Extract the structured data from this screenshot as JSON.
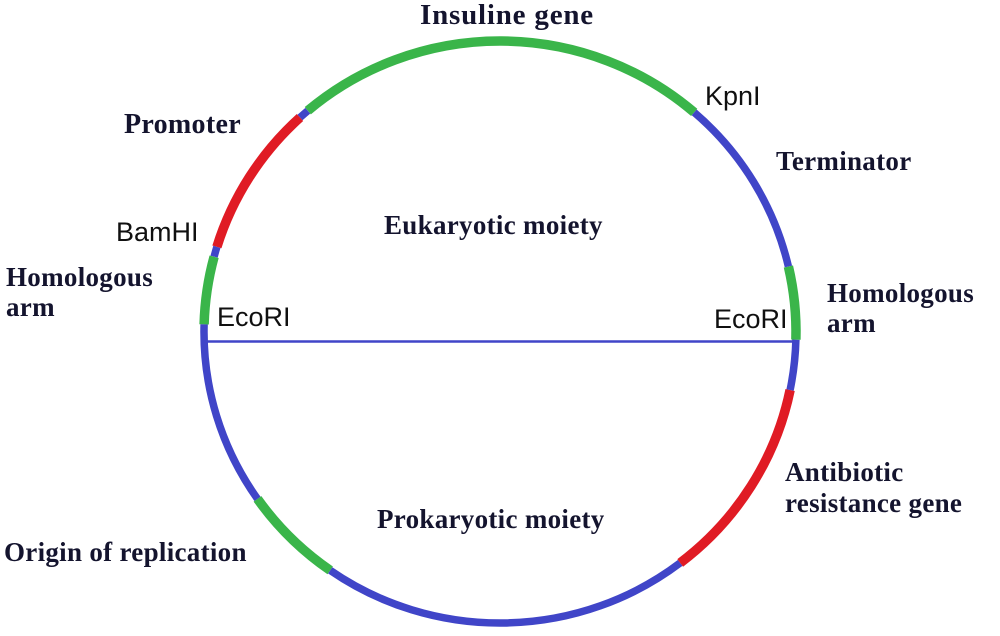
{
  "diagram_type": "plasmid-vector-map",
  "plasmid": {
    "background": "#ffffff",
    "colors": {
      "green": "#3ab54a",
      "red": "#e01b24",
      "blue": "#4045c8"
    },
    "text_colors": {
      "feature_label": "#14142e",
      "enzyme_label": "#101010"
    },
    "ecori_line_color": "#4045c8",
    "segments": [
      {
        "name": "insulin-gene-arc",
        "feature": "Insuline gene",
        "color": "green",
        "from": 49,
        "to": 130.5
      },
      {
        "name": "promoter-boundary-mark",
        "feature": "site marker",
        "color": "blue",
        "from": 130.5,
        "to": 132.5
      },
      {
        "name": "promoter-arc",
        "feature": "Promoter",
        "color": "red",
        "from": 132.5,
        "to": 163
      },
      {
        "name": "bamhi-site-mark",
        "feature": "BamHI site",
        "color": "blue",
        "from": 163,
        "to": 165
      },
      {
        "name": "homologous-arm-left-arc",
        "feature": "Homologous arm",
        "color": "green",
        "from": 165,
        "to": 178.5
      },
      {
        "name": "left-backbone-arc",
        "feature": "vector backbone",
        "color": "blue",
        "from": 178.5,
        "to": 215
      },
      {
        "name": "origin-of-replication-arc",
        "feature": "Origin of replication",
        "color": "green",
        "from": 215,
        "to": 235
      },
      {
        "name": "bottom-backbone-arc",
        "feature": "vector backbone",
        "color": "blue",
        "from": 235,
        "to": 307.5
      },
      {
        "name": "antibiotic-resistance-arc",
        "feature": "Antibiotic resistance gene",
        "color": "red",
        "from": 307.5,
        "to": 348.5
      },
      {
        "name": "right-backbone-arc",
        "feature": "vector backbone",
        "color": "blue",
        "from": 348.5,
        "to": 358.5
      },
      {
        "name": "homologous-arm-right-arc",
        "feature": "Homologous arm",
        "color": "green",
        "from": 358.5,
        "to": 373
      },
      {
        "name": "terminator-arc",
        "feature": "Terminator",
        "color": "blue",
        "from": 373,
        "to": 409
      }
    ],
    "labels": {
      "insulin_gene": {
        "text": "Insuline gene"
      },
      "kpni": {
        "text": "KpnI"
      },
      "terminator": {
        "text": "Terminator"
      },
      "homologous_arm_right": {
        "text": "Homologous\narm"
      },
      "ecori_right": {
        "text": "EcoRI"
      },
      "antibiotic": {
        "text": "Antibiotic\nresistance gene"
      },
      "prokaryotic_moiety": {
        "text": "Prokaryotic moiety"
      },
      "origin_of_replication": {
        "text": "Origin of replication"
      },
      "ecori_left": {
        "text": "EcoRI"
      },
      "homologous_arm_left": {
        "text": "Homologous\narm"
      },
      "bamhi": {
        "text": "BamHI"
      },
      "promoter": {
        "text": "Promoter"
      },
      "eukaryotic_moiety": {
        "text": "Eukaryotic moiety"
      }
    }
  }
}
